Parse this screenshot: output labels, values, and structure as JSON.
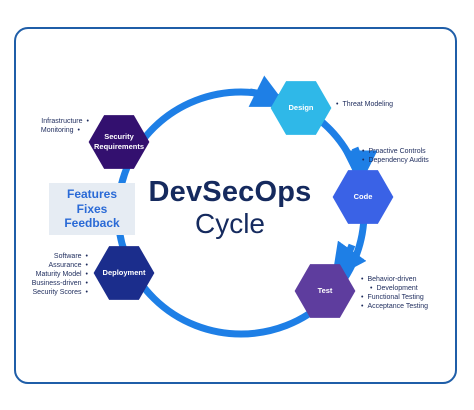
{
  "title": "DevSecOps",
  "subtitle": "Cycle",
  "feature_box": [
    "Features",
    "Fixes",
    "Feedback"
  ],
  "stages": [
    {
      "label": "Design",
      "color": "#2fb8e8",
      "items": [
        "Threat Modeling"
      ]
    },
    {
      "label": "Code",
      "color": "#3a62e6",
      "items": [
        "Proactive Controls",
        "Dependency Audits"
      ]
    },
    {
      "label": "Test",
      "color": "#5e3d9e",
      "items": [
        "Behavior-driven",
        "Development",
        "Functional Testing",
        "Acceptance Testing"
      ]
    },
    {
      "label": "Deployment",
      "color": "#1b2d8c",
      "items": [
        "Software",
        "Assurance",
        "Maturity Model",
        "Business-driven",
        "Security Scores"
      ]
    },
    {
      "label": "Security Requirements",
      "color": "#33106f",
      "items": [
        "Infrastructure",
        "Monitoring"
      ]
    }
  ],
  "colors": {
    "ring": "#1e7fe6",
    "frame": "#1f5ea8",
    "text": "#152a5e"
  }
}
